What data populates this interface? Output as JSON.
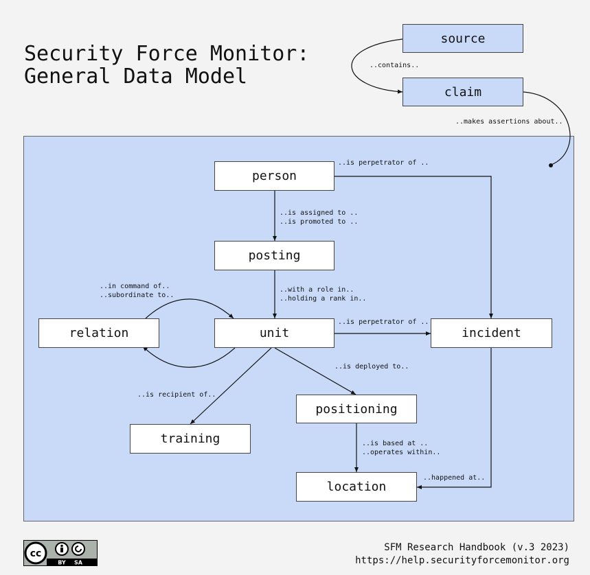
{
  "title": {
    "line1": "Security Force Monitor:",
    "line2": "General Data Model"
  },
  "nodes": {
    "source": "source",
    "claim": "claim",
    "person": "person",
    "posting": "posting",
    "unit": "unit",
    "relation": "relation",
    "incident": "incident",
    "positioning": "positioning",
    "training": "training",
    "location": "location"
  },
  "edges": {
    "contains": "..contains..",
    "makes_assertions": "..makes assertions about..",
    "person_perpetrator": "..is perpetrator of ..",
    "assigned": "..is assigned to  ..",
    "promoted": "..is promoted to ..",
    "with_role": "..with a role in..",
    "holding_rank": "..holding a rank in..",
    "in_command": "..in command of..",
    "subordinate": "..subordinate to..",
    "unit_perpetrator": "..is perpetrator of ..",
    "deployed": "..is deployed to..",
    "recipient": "..is recipient of..",
    "based_at": "..is based at ..",
    "operates_within": "..operates within..",
    "happened_at": "..happened at.."
  },
  "license": {
    "cc": "cc",
    "by": "BY",
    "sa": "SA"
  },
  "footer": {
    "line1": "SFM Research Handbook (v.3 2023)",
    "line2": "https://help.securityforcemonitor.org"
  }
}
